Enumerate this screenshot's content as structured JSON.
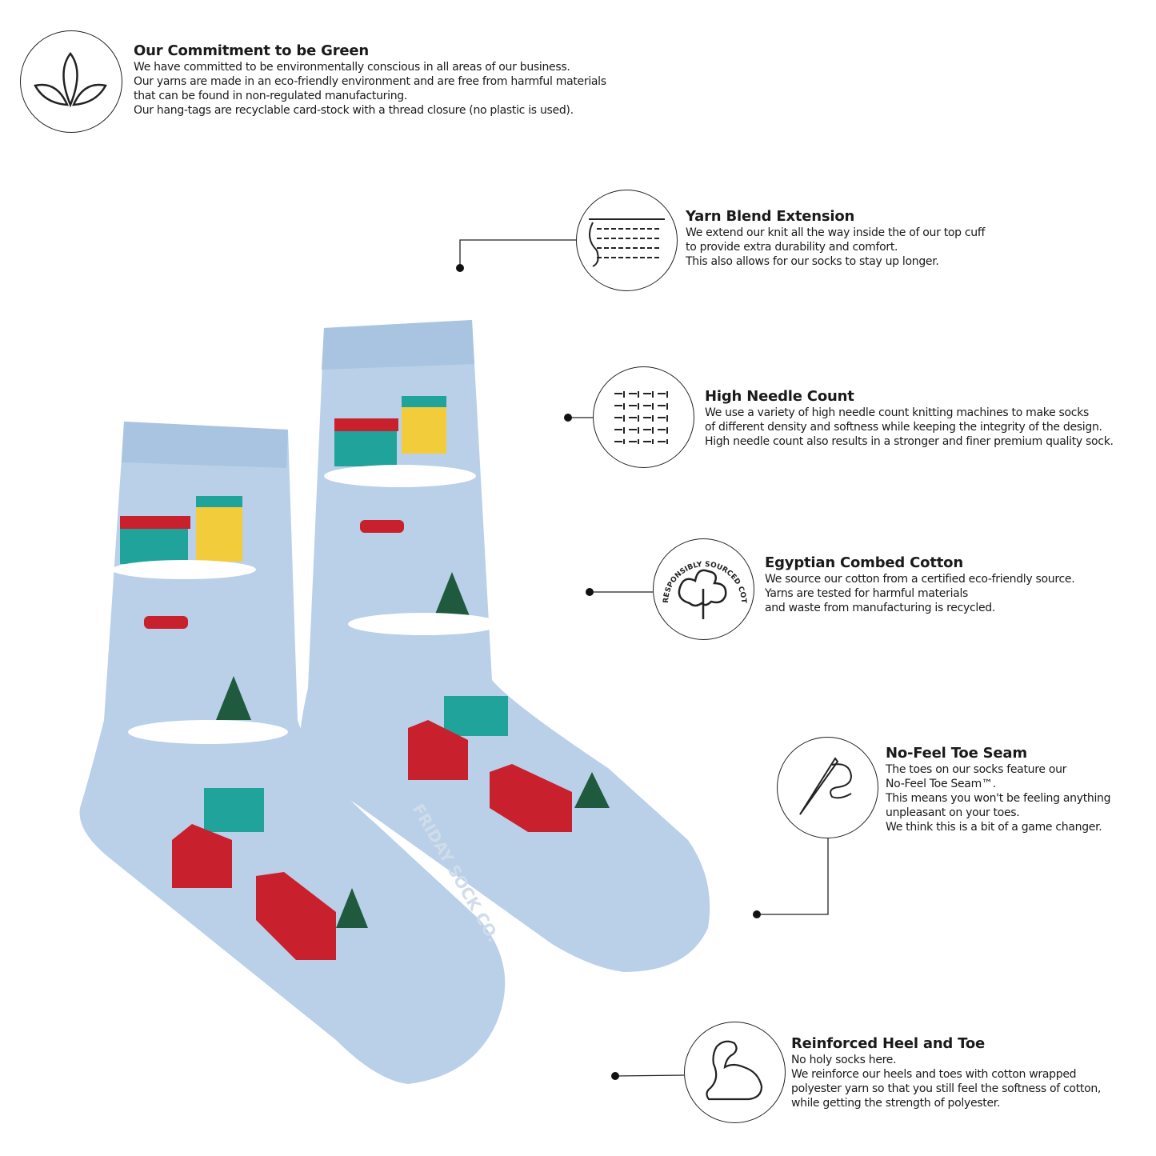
{
  "features": [
    {
      "id": "green",
      "icon": "leaves-icon",
      "title": "Our Commitment to be Green",
      "lines": [
        "We have committed to be environmentally conscious in all areas of our business.",
        "Our yarns are made in an eco-friendly environment and are free from harmful materials",
        "that can be found in non-regulated manufacturing.",
        "Our hang-tags are recyclable card-stock with a thread closure (no plastic is used)."
      ]
    },
    {
      "id": "yarn",
      "icon": "knit-stitch-icon",
      "title": "Yarn Blend Extension",
      "lines": [
        "We extend our knit all the way inside the of our top cuff",
        "to provide extra durability and comfort.",
        "This also allows for our socks to stay up longer."
      ]
    },
    {
      "id": "needle",
      "icon": "needle-grid-icon",
      "title": "High Needle Count",
      "lines": [
        "We use a variety of high needle count knitting machines to make socks",
        "of different density and softness while keeping the integrity of the design.",
        "High needle count also results in a stronger and finer premium quality sock."
      ]
    },
    {
      "id": "cotton",
      "icon": "cotton-flower-icon",
      "badge_text": "RESPONSIBLY SOURCED COTTON",
      "title": "Egyptian Combed Cotton",
      "lines": [
        "We source our cotton from a certified eco-friendly source.",
        "Yarns are tested for harmful materials",
        "and waste from manufacturing is recycled."
      ]
    },
    {
      "id": "toe",
      "icon": "needle-thread-icon",
      "title": "No-Feel Toe Seam",
      "lines": [
        "The toes on our socks feature our",
        "No-Feel Toe Seam™.",
        "This means you won't be feeling anything",
        "unpleasant on your toes.",
        "We think this is a bit of a game changer."
      ]
    },
    {
      "id": "heel",
      "icon": "flexed-arm-icon",
      "title": "Reinforced Heel and Toe",
      "lines": [
        "No holy socks here.",
        "We reinforce our heels and toes with cotton wrapped",
        "polyester yarn so that you still feel the softness of cotton,",
        "while getting the strength of polyester."
      ]
    }
  ],
  "product": {
    "brand_mark": "FRIDAY SOCK CO.",
    "sock_color": "#b9d0e8",
    "cuff_color": "#a9c4e0"
  }
}
